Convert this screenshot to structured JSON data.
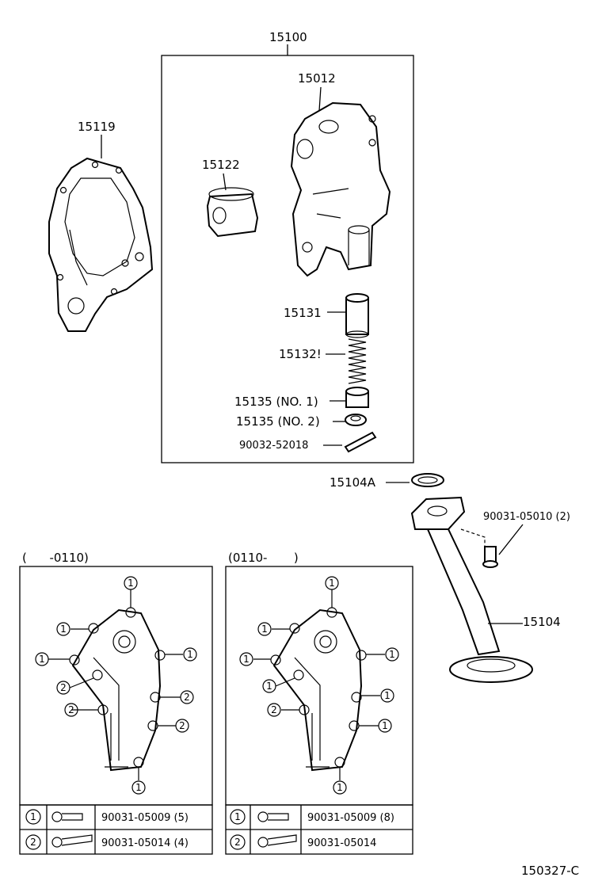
{
  "labels": {
    "assembly": "15100",
    "gasket": "15119",
    "body": "15012",
    "rotor": "15122",
    "valve": "15131",
    "spring": "15132!",
    "retainer_1": "15135 (NO. 1)",
    "retainer_2": "15135 (NO. 2)",
    "pin": "90032-52018",
    "oring": "15104A",
    "bolt": "90031-05010 (2)",
    "strainer": "15104",
    "left_range": "(      -0110)",
    "right_range": "(0110-       )",
    "drawing_no": "150327-C"
  },
  "callouts": {
    "one": "1",
    "two": "2"
  },
  "left_table": [
    {
      "key": "1",
      "part": "90031-05009 (5)"
    },
    {
      "key": "2",
      "part": "90031-05014 (4)"
    }
  ],
  "right_table": [
    {
      "key": "1",
      "part": "90031-05009 (8)"
    },
    {
      "key": "2",
      "part": "90031-05014"
    }
  ]
}
